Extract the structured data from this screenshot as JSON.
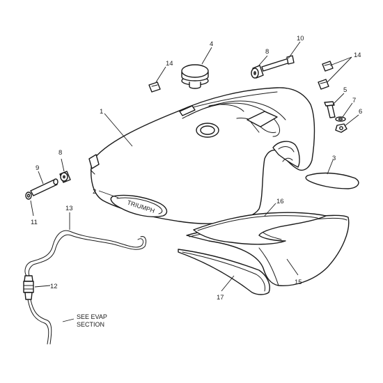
{
  "callouts": [
    "1",
    "2",
    "3",
    "4",
    "5",
    "6",
    "7",
    "8",
    "8",
    "9",
    "10",
    "11",
    "12",
    "13",
    "14",
    "14",
    "15",
    "16",
    "17"
  ],
  "badge_text": "TRIUMPH",
  "note_lines": [
    "SEE EVAP",
    "SECTION"
  ]
}
